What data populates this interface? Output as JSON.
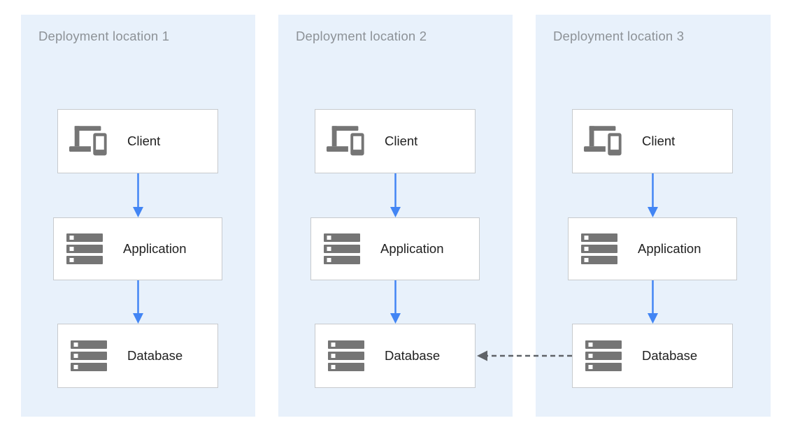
{
  "panels": [
    {
      "title": "Deployment location 1",
      "nodes": [
        {
          "label": "Client",
          "icon": "client-devices-icon"
        },
        {
          "label": "Application",
          "icon": "server-stack-icon"
        },
        {
          "label": "Database",
          "icon": "server-stack-icon"
        }
      ]
    },
    {
      "title": "Deployment location 2",
      "nodes": [
        {
          "label": "Client",
          "icon": "client-devices-icon"
        },
        {
          "label": "Application",
          "icon": "server-stack-icon"
        },
        {
          "label": "Database",
          "icon": "server-stack-icon"
        }
      ]
    },
    {
      "title": "Deployment location 3",
      "nodes": [
        {
          "label": "Client",
          "icon": "client-devices-icon"
        },
        {
          "label": "Application",
          "icon": "server-stack-icon"
        },
        {
          "label": "Database",
          "icon": "server-stack-icon"
        }
      ]
    }
  ],
  "edges": [
    {
      "from": "Client",
      "to": "Application",
      "location": "Deployment location 1",
      "style": "solid-blue-arrow"
    },
    {
      "from": "Application",
      "to": "Database",
      "location": "Deployment location 1",
      "style": "solid-blue-arrow"
    },
    {
      "from": "Client",
      "to": "Application",
      "location": "Deployment location 2",
      "style": "solid-blue-arrow"
    },
    {
      "from": "Application",
      "to": "Database",
      "location": "Deployment location 2",
      "style": "solid-blue-arrow"
    },
    {
      "from": "Client",
      "to": "Application",
      "location": "Deployment location 3",
      "style": "solid-blue-arrow"
    },
    {
      "from": "Application",
      "to": "Database",
      "location": "Deployment location 3",
      "style": "solid-blue-arrow"
    },
    {
      "from": "Database (Deployment location 3)",
      "to": "Database (Deployment location 2)",
      "style": "dashed-gray-arrow"
    }
  ],
  "colors": {
    "panel_bg": "#E8F1FB",
    "box_border": "#C7CACD",
    "title_text": "#8D9297",
    "label_text": "#212121",
    "icon_gray": "#757575",
    "arrow_blue": "#4285F4",
    "arrow_gray": "#5F6368"
  }
}
